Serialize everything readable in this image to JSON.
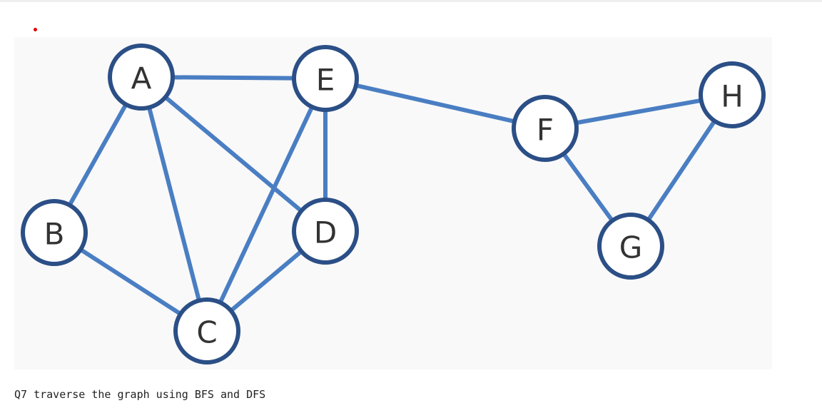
{
  "graph": {
    "nodes": [
      "A",
      "B",
      "C",
      "D",
      "E",
      "F",
      "G",
      "H"
    ],
    "edges": [
      [
        "A",
        "E"
      ],
      [
        "A",
        "B"
      ],
      [
        "A",
        "C"
      ],
      [
        "A",
        "D"
      ],
      [
        "B",
        "C"
      ],
      [
        "C",
        "E"
      ],
      [
        "C",
        "D"
      ],
      [
        "E",
        "D"
      ],
      [
        "E",
        "F"
      ],
      [
        "F",
        "H"
      ],
      [
        "F",
        "G"
      ],
      [
        "H",
        "G"
      ]
    ],
    "colors": {
      "edge": "#4a7ec3",
      "node_border": "#2b4f86",
      "node_fill": "#ffffff",
      "label": "#333333"
    }
  },
  "caption": "Q7 traverse the graph using BFS and DFS"
}
